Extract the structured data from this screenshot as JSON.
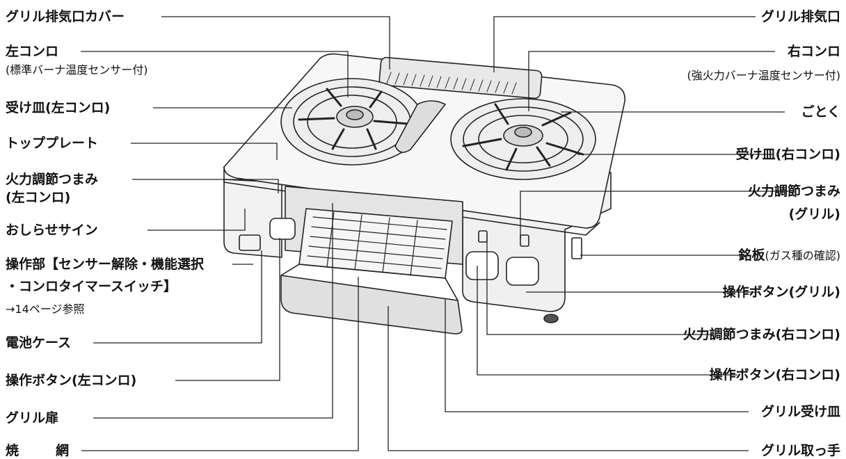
{
  "labels_left": {
    "grill_vent_cover": "グリル排気口カバー",
    "left_burner": "左コンロ",
    "left_burner_sub": "(標準バーナ温度センサー付)",
    "drip_pan_left": "受け皿(左コンロ)",
    "top_plate": "トッププレート",
    "flame_knob_left": "火力調節つまみ",
    "flame_knob_left_sub": "(左コンロ)",
    "signal_indicator": "おしらせサイン",
    "control_panel_line1": "操作部【センサー解除・機能選択",
    "control_panel_line2": "・コンロタイマースイッチ】",
    "control_panel_ref": "→14ページ参照",
    "battery_case": "電池ケース",
    "button_left": "操作ボタン(左コンロ)",
    "grill_door": "グリル扉",
    "grill_net_a": "焼",
    "grill_net_b": "網"
  },
  "labels_right": {
    "grill_vent": "グリル排気口",
    "right_burner": "右コンロ",
    "right_burner_sub": "(強火力バーナ温度センサー付)",
    "trivet": "ごとく",
    "drip_pan_right": "受け皿(右コンロ)",
    "flame_knob_grill": "火力調節つまみ",
    "flame_knob_grill_sub": "(グリル)",
    "nameplate": "銘板",
    "nameplate_sub": "(ガス種の確認)",
    "button_grill": "操作ボタン(グリル)",
    "flame_knob_right": "火力調節つまみ(右コンロ)",
    "button_right": "操作ボタン(右コンロ)",
    "grill_tray": "グリル受け皿",
    "grill_handle": "グリル取っ手"
  }
}
